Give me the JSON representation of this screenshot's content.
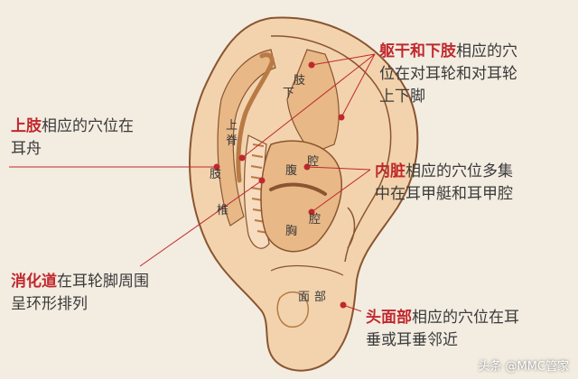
{
  "colors": {
    "background": "#f3ece1",
    "ear_fill": "#f2d3ad",
    "ear_inner": "#e8b887",
    "outline": "#8a5530",
    "leader_line": "#c0282d",
    "highlight_text": "#c0282d"
  },
  "callouts": {
    "upper_limb": {
      "highlight": "上肢",
      "rest": "相应的穴位在",
      "line2": "耳舟"
    },
    "trunk_lower_limb": {
      "highlight": "躯干和下肢",
      "rest": "相应的穴",
      "line2": "位在对耳轮和对耳轮",
      "line3": "上下脚"
    },
    "viscera": {
      "highlight": "内脏",
      "rest": "相应的穴位多集",
      "line2": "中在耳甲艇和耳甲腔"
    },
    "digestive_tract": {
      "highlight": "消化道",
      "rest": "在耳轮脚周围",
      "line2": "呈环形排列"
    },
    "head_face": {
      "highlight": "头面部",
      "rest": "相应的穴位在耳",
      "line2": "垂或耳垂邻近"
    }
  },
  "ear_labels": {
    "shang": "上",
    "zhi": "肢",
    "ji": "脊",
    "zhui": "椎",
    "xia": "下",
    "zhi2": "肢",
    "fu": "腹",
    "qiang": "腔",
    "xiong": "胸",
    "qiang2": "腔",
    "mian": "面",
    "bu": "部"
  },
  "watermark": "头条 @MMC管家"
}
